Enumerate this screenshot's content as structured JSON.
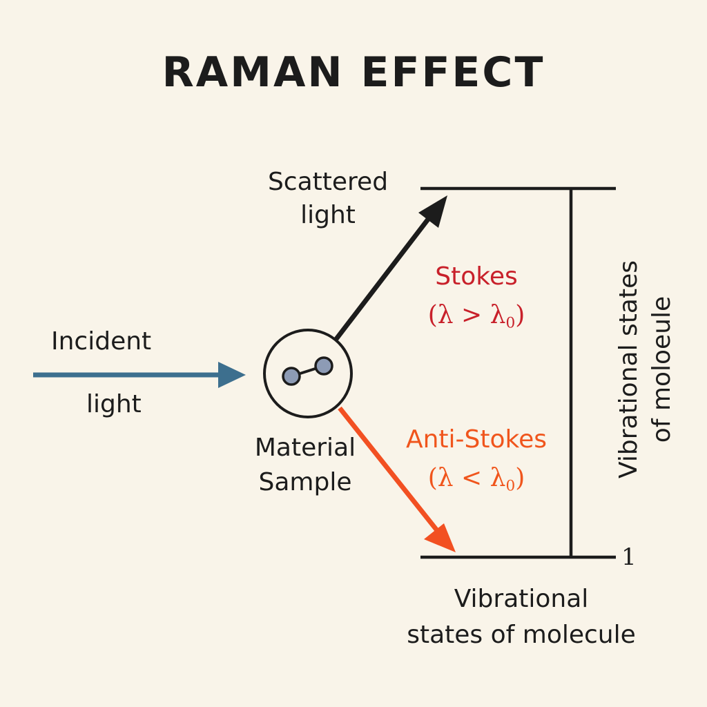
{
  "title": "RAMAN EFFECT",
  "incident": {
    "line1": "Incident",
    "line2": "light"
  },
  "scattered": {
    "line1": "Scattered",
    "line2": "light"
  },
  "sample": {
    "line1": "Material",
    "line2": "Sample"
  },
  "stokes": {
    "name": "Stokes",
    "relation_open": "(λ > λ",
    "subscript": "0",
    "relation_close": ")"
  },
  "anti_stokes": {
    "name": "Anti-Stokes",
    "relation_open": "(λ < λ",
    "subscript": "0",
    "relation_close": ")"
  },
  "vertical_label": {
    "line1": "Vibrational states",
    "line2": "of moloeule"
  },
  "level_number": "1",
  "bottom_label": {
    "line1": "Vibrational",
    "line2": "states of molecule"
  },
  "colors": {
    "background": "#f9f4e9",
    "incident_arrow": "#3d6f8e",
    "stokes_text": "#c8202a",
    "anti_stokes_text": "#f0551c",
    "anti_stokes_arrow": "#f25022",
    "atom_fill": "#8d9bb5",
    "ink": "#1c1c1c"
  }
}
